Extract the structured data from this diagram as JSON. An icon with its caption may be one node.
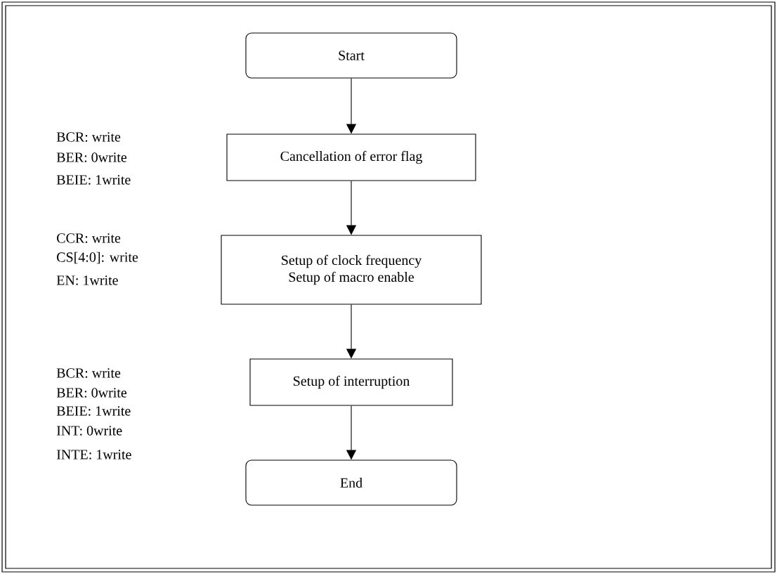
{
  "diagram": {
    "nodes": [
      {
        "text": [
          "Start"
        ]
      },
      {
        "text": [
          "Cancellation of error flag"
        ],
        "beside": [
          "BCR: write",
          "BER: 0write",
          "BEIE: 1write"
        ]
      },
      {
        "text": [
          "Setup of clock frequency",
          "Setup of macro enable"
        ],
        "beside": [
          "CCR: write",
          "CS[4:0]: write",
          "EN: 1write"
        ]
      },
      {
        "text": [
          "Setup of interruption"
        ],
        "beside": [
          "BCR: write",
          "BER: 0write",
          "BEIE: 1write",
          "INT: 0write",
          "INTE: 1write"
        ]
      },
      {
        "text": [
          "End"
        ]
      }
    ],
    "edges": [
      {
        "from": 0,
        "to": 1,
        "arrow": "to"
      },
      {
        "from": 1,
        "to": 2,
        "arrow": "to"
      },
      {
        "from": 2,
        "to": 3,
        "arrow": "to"
      },
      {
        "from": 3,
        "to": 4,
        "arrow": "to"
      }
    ]
  }
}
